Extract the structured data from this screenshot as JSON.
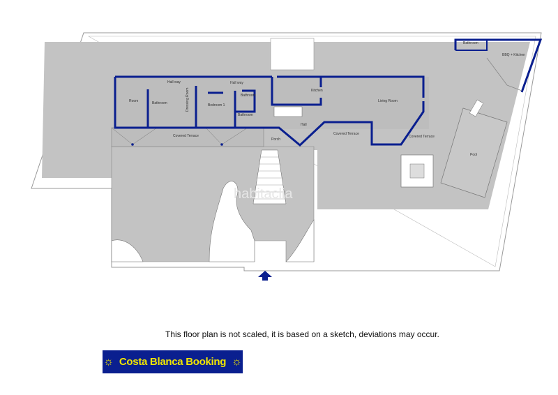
{
  "rooms": {
    "room": "Room",
    "hallway_1": "Hall way",
    "hallway_2": "Hall way",
    "bathroom_1": "Bathroom",
    "dressing_room": "Dressing Room",
    "bedroom_1": "Bedroom 1",
    "bathroom_2": "Bathroom",
    "bathroom_3": "Bathroom",
    "kitchen": "Kitchen",
    "hall": "Hall",
    "porch": "Porch",
    "living_room": "Living Room",
    "covered_terrace_1": "Covered Terrace",
    "covered_terrace_2": "Covered Terrace",
    "covered_terrace_3": "Covered Terrace",
    "bathroom_bbq": "Bathroom",
    "bbq_kitchen": "BBQ + Kitchen",
    "pool": "Pool"
  },
  "watermark": "habitaclia",
  "disclaimer": "This floor plan is not scaled, it is based on a sketch, deviations may occur.",
  "logo": {
    "text": "Costa Blanca Booking",
    "icon": "sun-icon"
  },
  "colors": {
    "wall": "#0a1f8f",
    "terrain": "#c3c3c3",
    "logo_bg": "#0a1f8f",
    "logo_text": "#f2e600"
  }
}
